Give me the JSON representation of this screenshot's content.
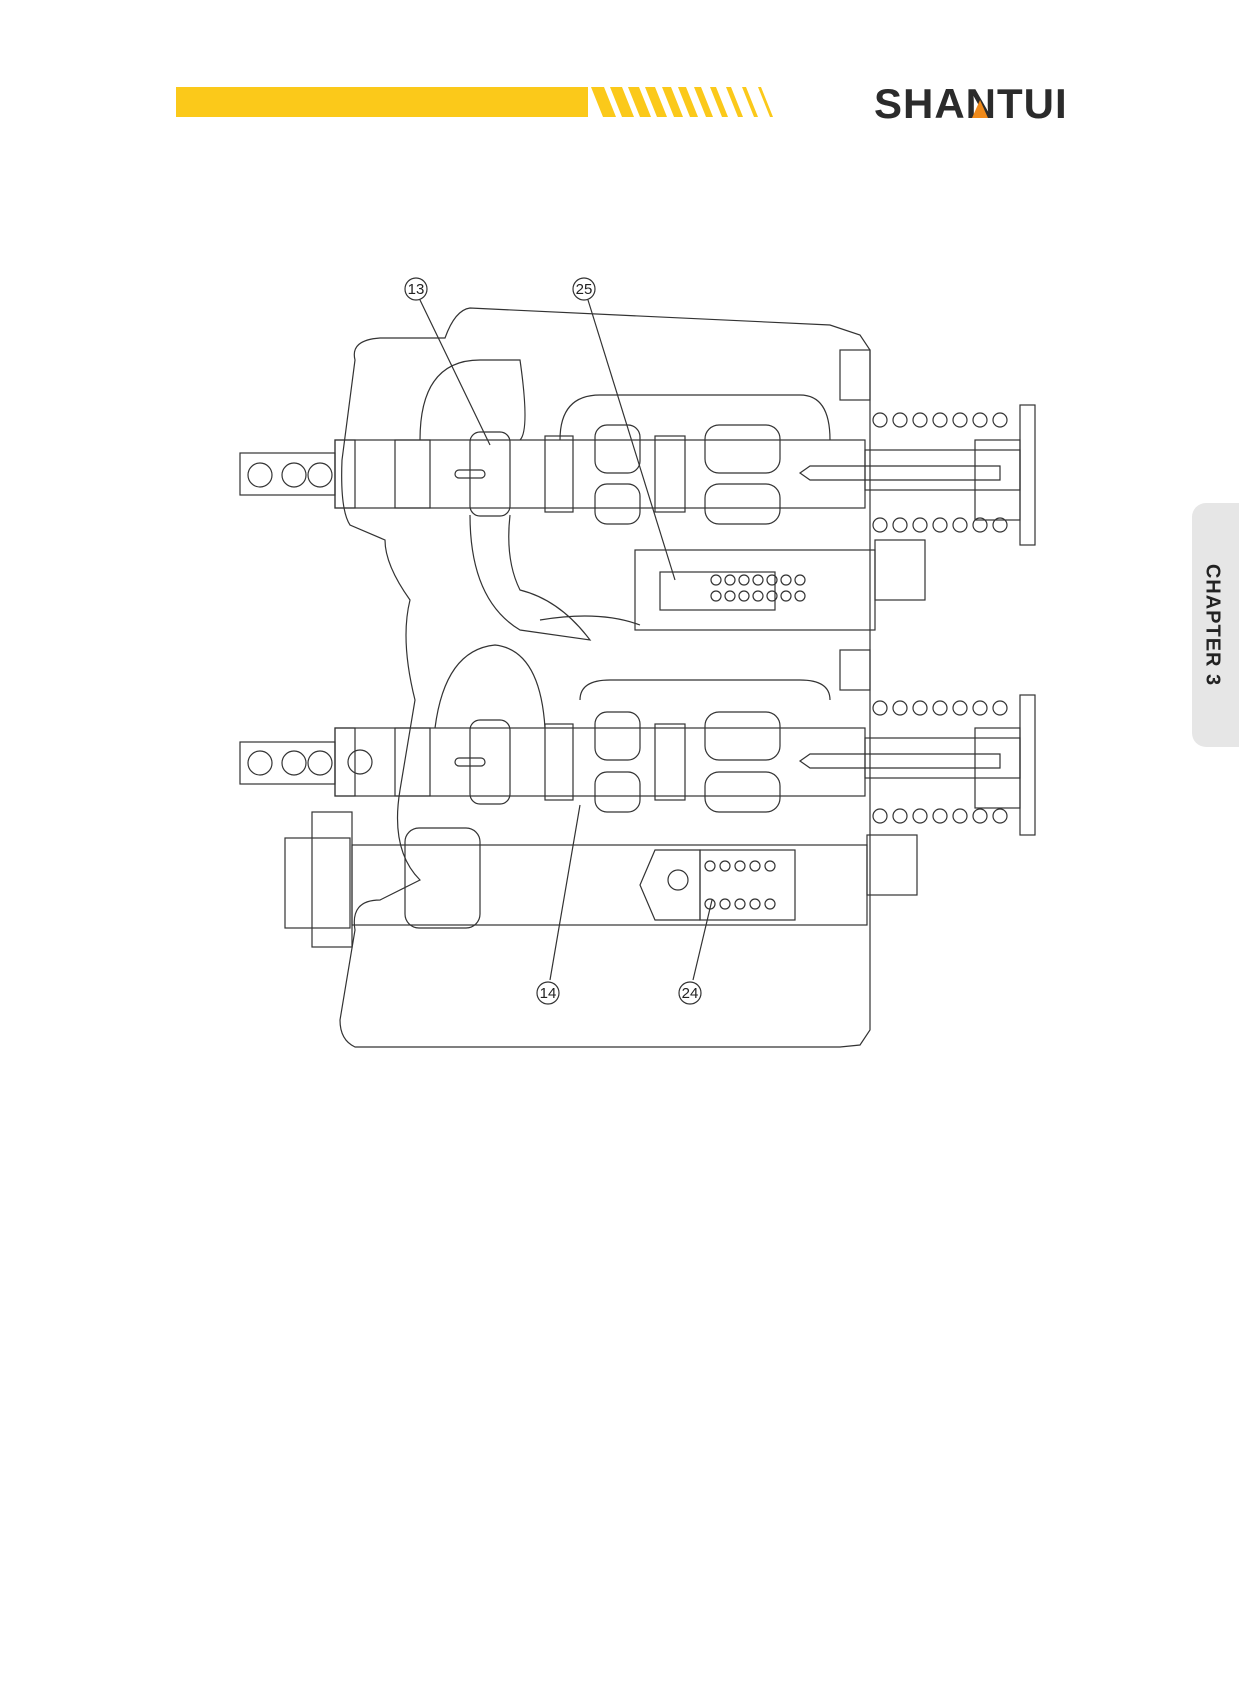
{
  "header": {
    "brand": "SHANTUI",
    "accent_color": "#FBC91A",
    "brand_color": "#2B2B2B"
  },
  "side_tab": {
    "label": "CHAPTER 3",
    "background": "#E6E6E6"
  },
  "diagram": {
    "description_icon": "control-valve-cross-section",
    "callouts": [
      {
        "id": "callout-13",
        "label": "13"
      },
      {
        "id": "callout-25",
        "label": "25"
      },
      {
        "id": "callout-14",
        "label": "14"
      },
      {
        "id": "callout-24",
        "label": "24"
      }
    ]
  }
}
